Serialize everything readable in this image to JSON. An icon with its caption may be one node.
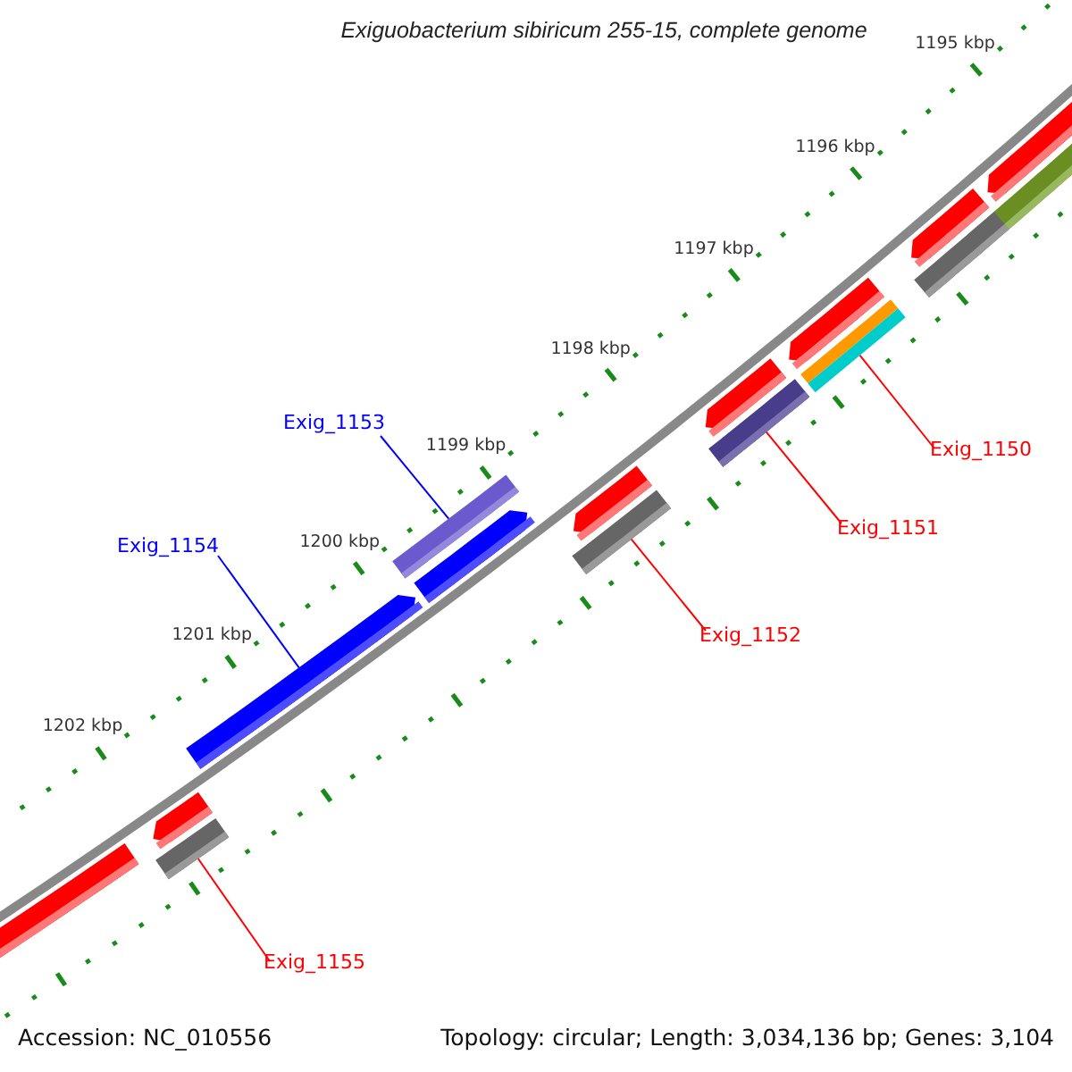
{
  "diagram": {
    "title": "Exiguobacterium sibiricum 255-15, complete genome",
    "nodes": [
      {
        "text": [
          "Exig_1153"
        ]
      },
      {
        "text": [
          "Exig_1150"
        ]
      },
      {
        "text": [
          "Exig_1151"
        ]
      },
      {
        "text": [
          "Exig_1154"
        ]
      },
      {
        "text": [
          "Exig_1152"
        ]
      },
      {
        "text": [
          "Exig_1155"
        ]
      },
      {
        "text": [],
        "shape": "bar"
      },
      {
        "text": [],
        "shape": "bar"
      },
      {
        "text": [],
        "shape": "bar"
      },
      {
        "text": [],
        "shape": "bar"
      },
      {
        "text": [],
        "shape": "bar"
      },
      {
        "text": [],
        "shape": "bar"
      },
      {
        "text": [],
        "shape": "bar"
      },
      {
        "text": [],
        "shape": "bar"
      },
      {
        "text": [],
        "shape": "bar"
      },
      {
        "text": [],
        "shape": "bar"
      },
      {
        "text": [],
        "shape": "bar"
      },
      {
        "text": [],
        "shape": "bar"
      },
      {
        "text": [],
        "shape": "bar"
      },
      {
        "text": [],
        "shape": "bar"
      },
      {
        "text": [],
        "shape": "bar"
      },
      {
        "text": [],
        "shape": "bar"
      }
    ],
    "edges": [
      {
        "from": 0,
        "to": 10,
        "arrow": "none",
        "color": "#0000ff"
      },
      {
        "from": 1,
        "to": 17,
        "arrow": "none"
      },
      {
        "from": 2,
        "to": 15,
        "arrow": "none"
      },
      {
        "from": 3,
        "to": 9,
        "arrow": "none",
        "color": "#0000ff"
      },
      {
        "from": 4,
        "to": 13,
        "arrow": "none"
      },
      {
        "from": 5,
        "to": 8,
        "arrow": "none"
      }
    ],
    "labels": [
      "1195 kbp",
      "1196 kbp",
      "1197 kbp",
      "1198 kbp",
      "1199 kbp",
      "1200 kbp",
      "1201 kbp",
      "1202 kbp",
      "Accession: NC_010556",
      "Topology: circular; Length: 3,034,136 bp; Genes: 3,104"
    ]
  }
}
